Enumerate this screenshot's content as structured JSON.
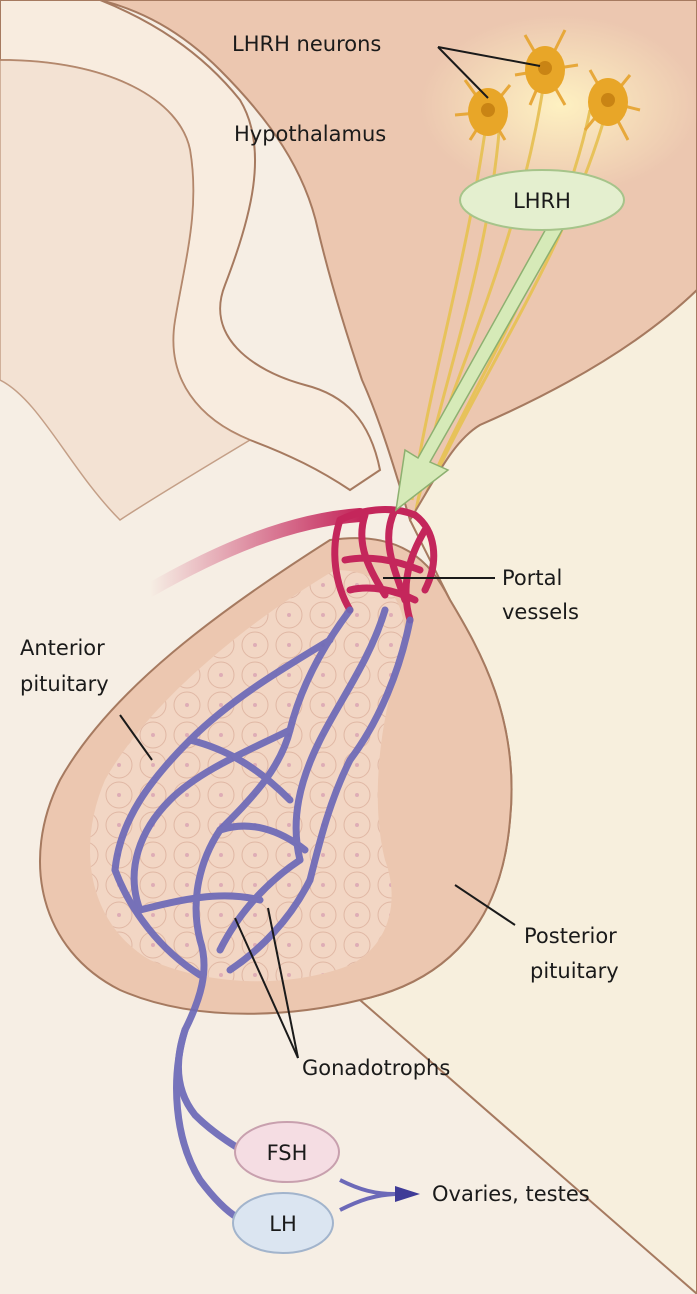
{
  "labels": {
    "lhrh_neurons": "LHRH neurons",
    "hypothalamus": "Hypothalamus",
    "portal_vessels_line1": "Portal",
    "portal_vessels_line2": "vessels",
    "anterior_pituitary_line1": "Anterior",
    "anterior_pituitary_line2": "pituitary",
    "posterior_pituitary_line1": "Posterior",
    "posterior_pituitary_line2": "pituitary",
    "gonadotrophs": "Gonadotrophs",
    "targets": "Ovaries, testes"
  },
  "hormones": {
    "lhrh": "LHRH",
    "fsh": "FSH",
    "lh": "LH"
  },
  "colors": {
    "background": "#f6eee4",
    "tissue": "#ecc7b0",
    "tissue_edge": "#a67a60",
    "brain_fold": "#f8ecdf",
    "anterior_lobe": "#f2d6c4",
    "posterior_lobe": "#f7efdd",
    "neuron": "#e8a628",
    "axon": "#e7c25a",
    "lhrh_pill": "#e4efcf",
    "portal_vessel": "#c4265b",
    "capillary": "#6c69b8",
    "fsh_pill": "#f5dde3",
    "lh_pill": "#dbe5f1"
  }
}
